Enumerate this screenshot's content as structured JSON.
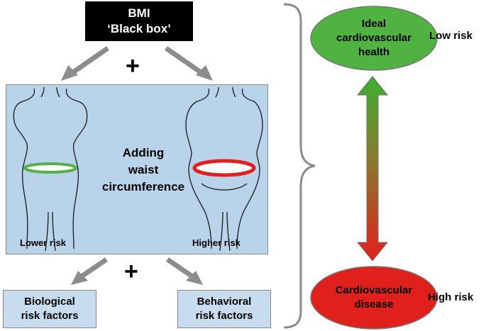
{
  "bmi_box": {
    "line1": "BMI",
    "line2": "‘Black box’"
  },
  "plus_top": "+",
  "plus_bottom": "+",
  "center_label": {
    "line1": "Adding",
    "line2": "waist",
    "line3": "circumference"
  },
  "lower_risk": "Lower risk",
  "higher_risk": "Higher risk",
  "biological_box": {
    "line1": "Biological",
    "line2": "risk factors"
  },
  "behavioral_box": {
    "line1": "Behavioral",
    "line2": "risk factors"
  },
  "ideal_oval": {
    "line1": "Ideal",
    "line2": "cardiovascular",
    "line3": "health"
  },
  "disease_oval": {
    "line1": "Cardiovascular",
    "line2": "disease"
  },
  "low_risk": "Low risk",
  "high_risk": "High risk",
  "colors": {
    "panel": "#b9d3ea",
    "ideal_green": "#4fb241",
    "disease_red": "#e0201b",
    "waist_green": "#55b04a",
    "waist_red": "#e02020",
    "arrow_gray": "#8c8c8c"
  }
}
